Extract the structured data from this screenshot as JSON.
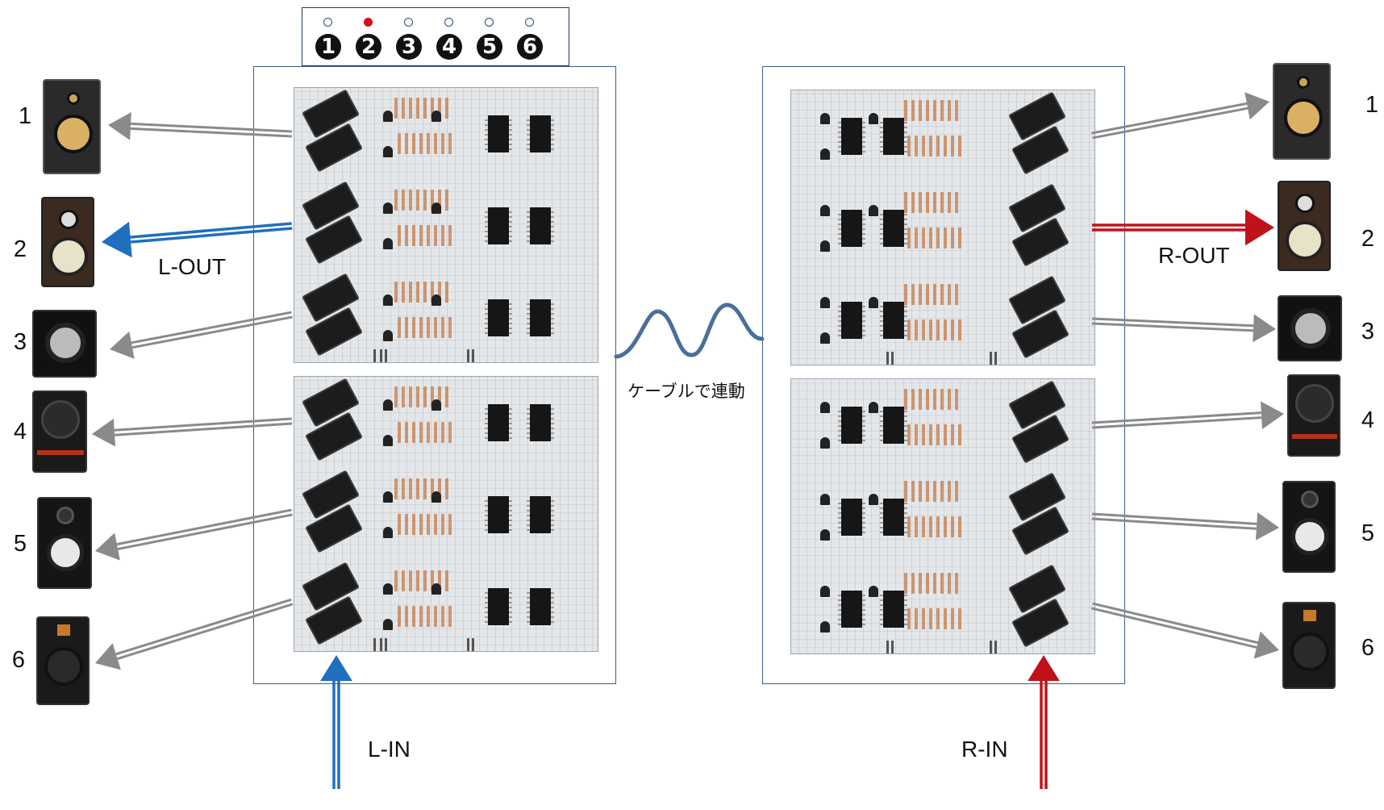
{
  "selector": {
    "items": [
      {
        "number": "1",
        "active": false
      },
      {
        "number": "2",
        "active": true
      },
      {
        "number": "3",
        "active": false
      },
      {
        "number": "4",
        "active": false
      },
      {
        "number": "5",
        "active": false
      },
      {
        "number": "6",
        "active": false
      }
    ],
    "active_color": "#d0101a"
  },
  "left_speakers": [
    "1",
    "2",
    "3",
    "4",
    "5",
    "6"
  ],
  "right_speakers": [
    "1",
    "2",
    "3",
    "4",
    "5",
    "6"
  ],
  "labels": {
    "l_out": "L-OUT",
    "r_out": "R-OUT",
    "l_in": "L-IN",
    "r_in": "R-IN",
    "link_cable": "ケーブルで連動"
  },
  "colors": {
    "left_signal": "#1f6fbf",
    "right_signal": "#c0121a",
    "inactive_signal": "#8a8a8a",
    "link_cable": "#4a6f9a",
    "frame": "#3a5f8a"
  },
  "routing": {
    "active_output": "2"
  }
}
